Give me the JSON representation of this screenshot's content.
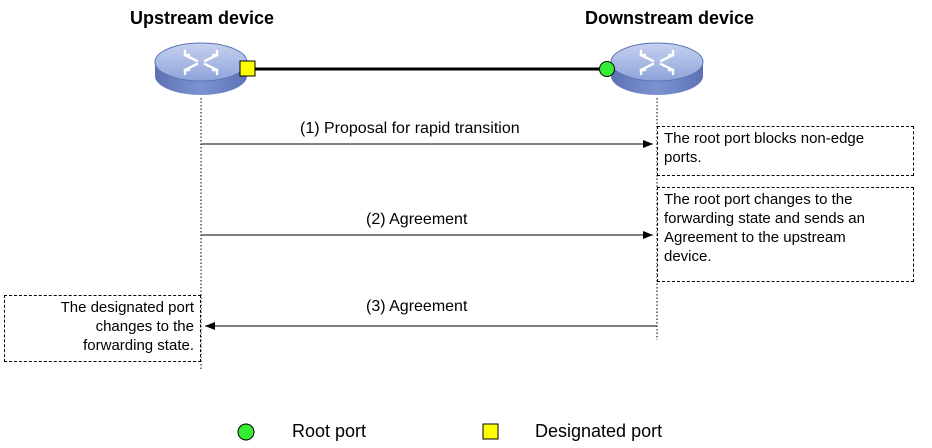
{
  "headings": {
    "upstream": "Upstream device",
    "downstream": "Downstream device"
  },
  "messages": {
    "proposal": "(1) Proposal for rapid transition",
    "agreement_2": "(2) Agreement",
    "agreement_3": "(3) Agreement"
  },
  "notes": {
    "root_blocks": [
      "The root port blocks non-edge",
      "ports."
    ],
    "root_forwarding": [
      "The root port changes to the",
      "forwarding state and sends an",
      "Agreement to the upstream",
      "device."
    ],
    "designated_forwarding": [
      "The designated port",
      "changes to the",
      "forwarding state."
    ]
  },
  "legend": {
    "root_port": "Root port",
    "designated_port": "Designated port"
  },
  "colors": {
    "root_port": "#33ee33",
    "designated_port": "#ffff00",
    "device_body": "#6f86c6",
    "device_top": "#aabbe6"
  }
}
